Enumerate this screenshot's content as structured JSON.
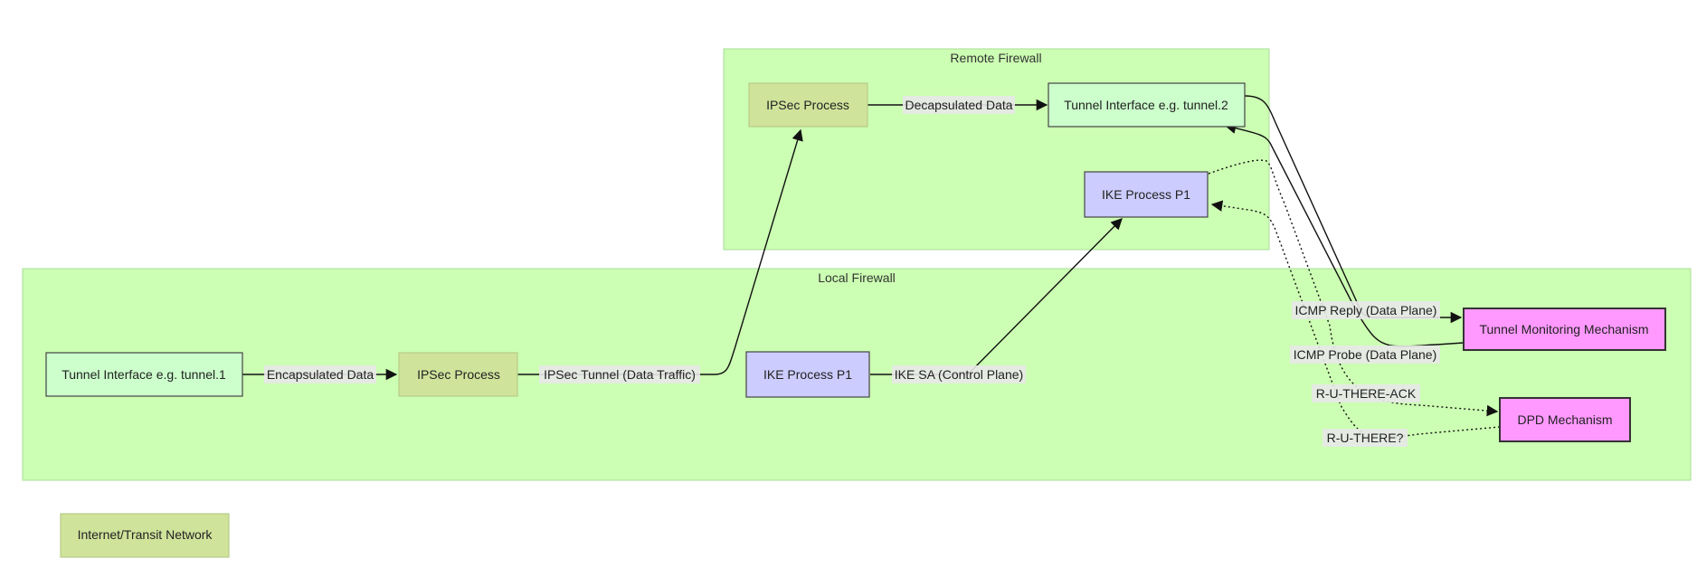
{
  "clusters": {
    "remote": {
      "label": "Remote Firewall"
    },
    "local": {
      "label": "Local Firewall"
    }
  },
  "nodes": {
    "remote_ipsec": {
      "label": "IPSec Process",
      "fill": "#cfe39b",
      "stroke": "#b8cc88"
    },
    "remote_tunnel": {
      "label": "Tunnel Interface e.g. tunnel.2",
      "fill": "#ccffcc",
      "stroke": "#444444"
    },
    "remote_ike": {
      "label": "IKE Process P1",
      "fill": "#ccccff",
      "stroke": "#444444"
    },
    "local_tunnel": {
      "label": "Tunnel Interface e.g. tunnel.1",
      "fill": "#ccffcc",
      "stroke": "#444444"
    },
    "local_ipsec": {
      "label": "IPSec Process",
      "fill": "#cfe39b",
      "stroke": "#b8cc88"
    },
    "local_ike": {
      "label": "IKE Process P1",
      "fill": "#ccccff",
      "stroke": "#444444"
    },
    "tunnel_monitor": {
      "label": "Tunnel Monitoring Mechanism",
      "fill": "#ff99ff",
      "stroke": "#333333"
    },
    "dpd": {
      "label": "DPD Mechanism",
      "fill": "#ff99ff",
      "stroke": "#333333"
    },
    "internet": {
      "label": "Internet/Transit Network",
      "fill": "#cfe39b",
      "stroke": "#b8cc88"
    }
  },
  "edges": {
    "decapsulated": {
      "label": "Decapsulated Data"
    },
    "encapsulated": {
      "label": "Encapsulated Data"
    },
    "ipsec_tunnel": {
      "label": "IPSec Tunnel (Data Traffic)"
    },
    "ike_sa": {
      "label": "IKE SA (Control Plane)"
    },
    "icmp_reply": {
      "label": "ICMP Reply (Data Plane)"
    },
    "icmp_probe": {
      "label": "ICMP Probe (Data Plane)"
    },
    "r_u_there_ack": {
      "label": "R-U-THERE-ACK"
    },
    "r_u_there": {
      "label": "R-U-THERE?"
    }
  }
}
